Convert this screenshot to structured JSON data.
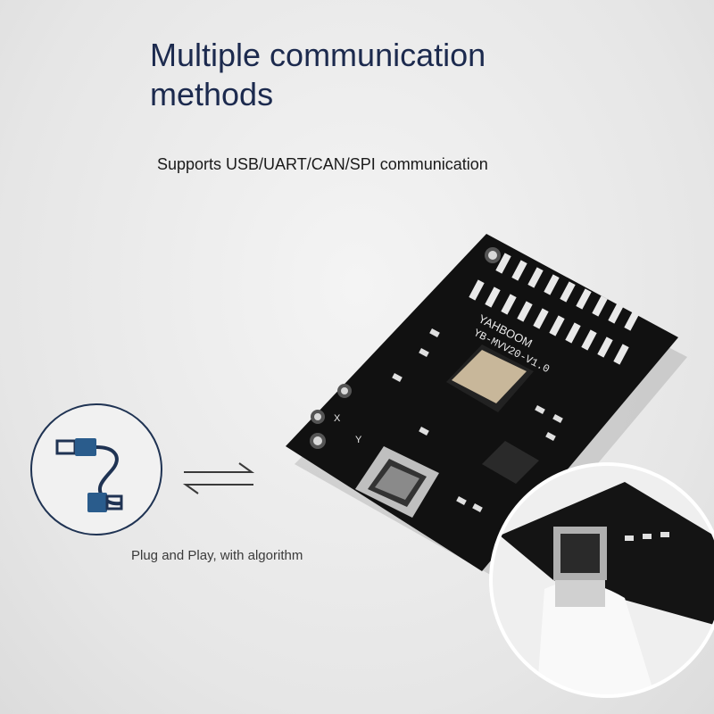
{
  "headline": "Multiple communication methods",
  "subheadline": "Supports USB/UART/CAN/SPI communication",
  "plug_caption": "Plug and Play, with algorithm",
  "board": {
    "brand_logo": "YAHBOOM",
    "model": "YB-MVV20-V1.0",
    "axis_x": "X",
    "axis_y": "Y"
  },
  "icons": [
    "usb-cable-icon",
    "exchange-arrows-icon"
  ],
  "colors": {
    "headline": "#1c2a4e",
    "pcb": "#101010",
    "circle_border": "#1f3353"
  }
}
